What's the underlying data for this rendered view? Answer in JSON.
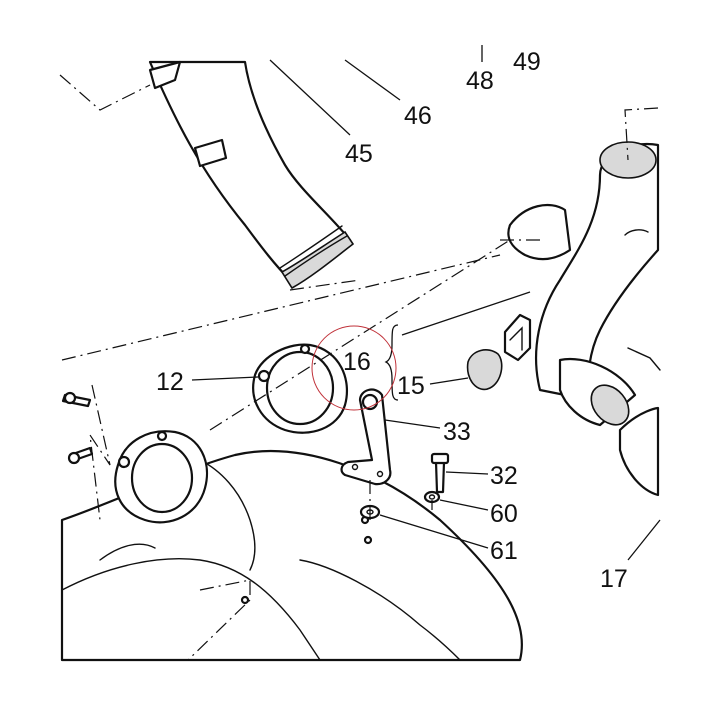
{
  "diagram": {
    "callouts": [
      {
        "id": "12",
        "label": "12"
      },
      {
        "id": "15",
        "label": "15"
      },
      {
        "id": "16",
        "label": "16"
      },
      {
        "id": "17",
        "label": "17"
      },
      {
        "id": "32",
        "label": "32"
      },
      {
        "id": "33",
        "label": "33"
      },
      {
        "id": "45",
        "label": "45"
      },
      {
        "id": "46",
        "label": "46"
      },
      {
        "id": "48",
        "label": "48"
      },
      {
        "id": "49",
        "label": "49"
      },
      {
        "id": "60",
        "label": "60"
      },
      {
        "id": "61",
        "label": "61"
      }
    ],
    "highlight_color": "#c0323a",
    "line_color": "#111111",
    "background": "#ffffff"
  }
}
